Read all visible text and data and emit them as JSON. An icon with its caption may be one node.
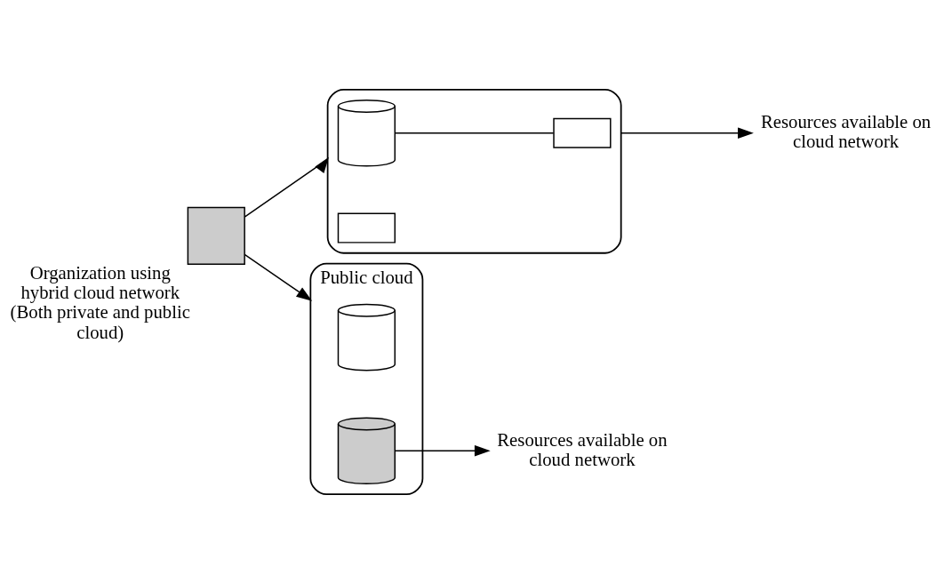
{
  "diagram": {
    "nodes": [
      {
        "text": [],
        "shape": "cloud"
      },
      {
        "text": [],
        "shape": "cylinder",
        "in": 0
      },
      {
        "text": [],
        "shape": "box",
        "in": 0
      },
      {
        "text": [],
        "shape": "box",
        "in": 0
      },
      {
        "text": [
          "Resources available on cloud network"
        ]
      },
      {
        "text": [
          "Public cloud"
        ]
      },
      {
        "text": [],
        "shape": "cylinder",
        "in": 5
      },
      {
        "text": [],
        "shape": "cylinder",
        "in": 5
      },
      {
        "text": [
          "Resources available on cloud network"
        ]
      },
      {
        "text": [],
        "shape": "box",
        "beside": [
          "Organization using hybrid cloud network (Both private and public cloud)"
        ]
      }
    ],
    "edges": [
      {
        "from": 1,
        "to": 3,
        "arrow": "none"
      },
      {
        "from": 0,
        "to": 4,
        "arrow": "to"
      },
      {
        "from": 9,
        "to": 0,
        "arrow": "to"
      },
      {
        "from": 9,
        "to": 5,
        "arrow": "to"
      },
      {
        "from": 7,
        "to": 8,
        "arrow": "to"
      }
    ]
  }
}
